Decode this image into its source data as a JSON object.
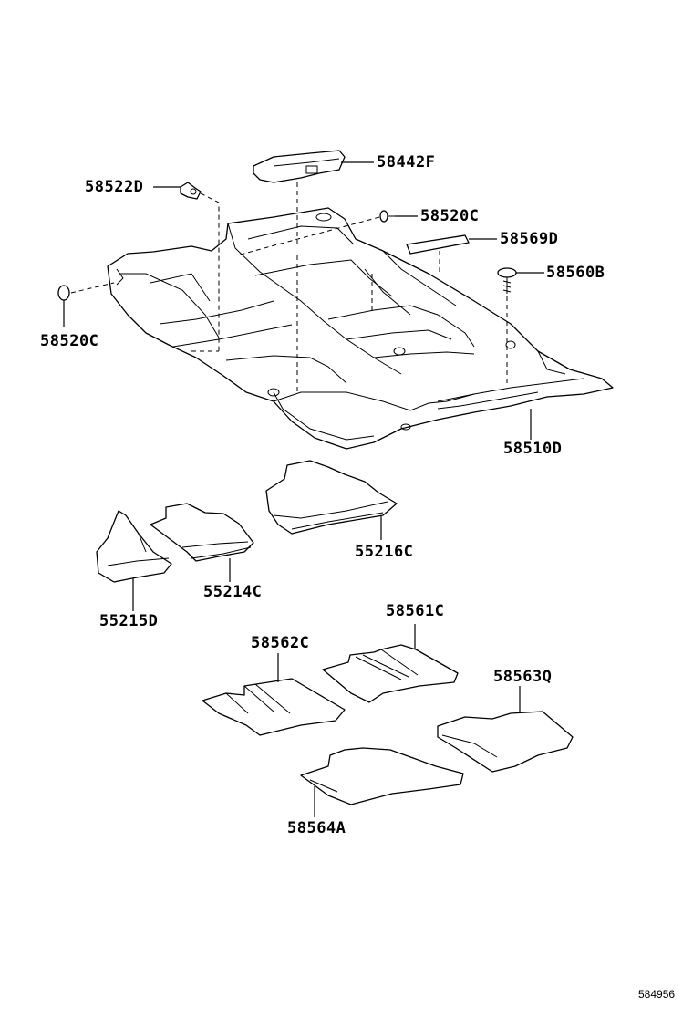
{
  "labels": {
    "p58442F": "58442F",
    "p58522D": "58522D",
    "p58520C_top": "58520C",
    "p58569D": "58569D",
    "p58560B": "58560B",
    "p58520C_left": "58520C",
    "p58510D": "58510D",
    "p55216C": "55216C",
    "p55214C": "55214C",
    "p55215D": "55215D",
    "p58561C": "58561C",
    "p58562C": "58562C",
    "p58563Q": "58563Q",
    "p58564A": "58564A"
  },
  "diagram_code": "584956"
}
